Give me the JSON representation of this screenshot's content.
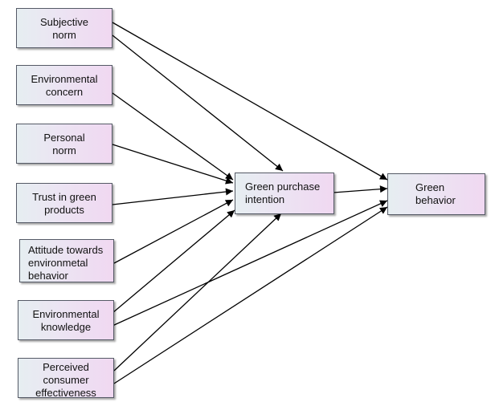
{
  "diagram": {
    "nodes": [
      {
        "id": "subjective-norm",
        "label": "Subjective\nnorm"
      },
      {
        "id": "environmental-concern",
        "label": "Environmental\nconcern"
      },
      {
        "id": "personal-norm",
        "label": "Personal\nnorm"
      },
      {
        "id": "trust-green-products",
        "label": "Trust in green\nproducts"
      },
      {
        "id": "attitude-env-behavior",
        "label": "Attitude towards\nenvironmetal\nbehavior"
      },
      {
        "id": "environmental-knowledge",
        "label": "Environmental\nknowledge"
      },
      {
        "id": "perceived-consumer-effectiveness",
        "label": "Perceived\nconsumer\neffectiveness"
      },
      {
        "id": "green-purchase-intention",
        "label": "Green purchase\nintention"
      },
      {
        "id": "green-behavior",
        "label": "Green\nbehavior"
      }
    ],
    "edges": [
      {
        "from": "subjective-norm",
        "to": "green-purchase-intention"
      },
      {
        "from": "subjective-norm",
        "to": "green-behavior"
      },
      {
        "from": "environmental-concern",
        "to": "green-purchase-intention"
      },
      {
        "from": "personal-norm",
        "to": "green-purchase-intention"
      },
      {
        "from": "trust-green-products",
        "to": "green-purchase-intention"
      },
      {
        "from": "attitude-env-behavior",
        "to": "green-purchase-intention"
      },
      {
        "from": "environmental-knowledge",
        "to": "green-purchase-intention"
      },
      {
        "from": "environmental-knowledge",
        "to": "green-behavior"
      },
      {
        "from": "perceived-consumer-effectiveness",
        "to": "green-purchase-intention"
      },
      {
        "from": "perceived-consumer-effectiveness",
        "to": "green-behavior"
      },
      {
        "from": "green-purchase-intention",
        "to": "green-behavior"
      }
    ]
  }
}
